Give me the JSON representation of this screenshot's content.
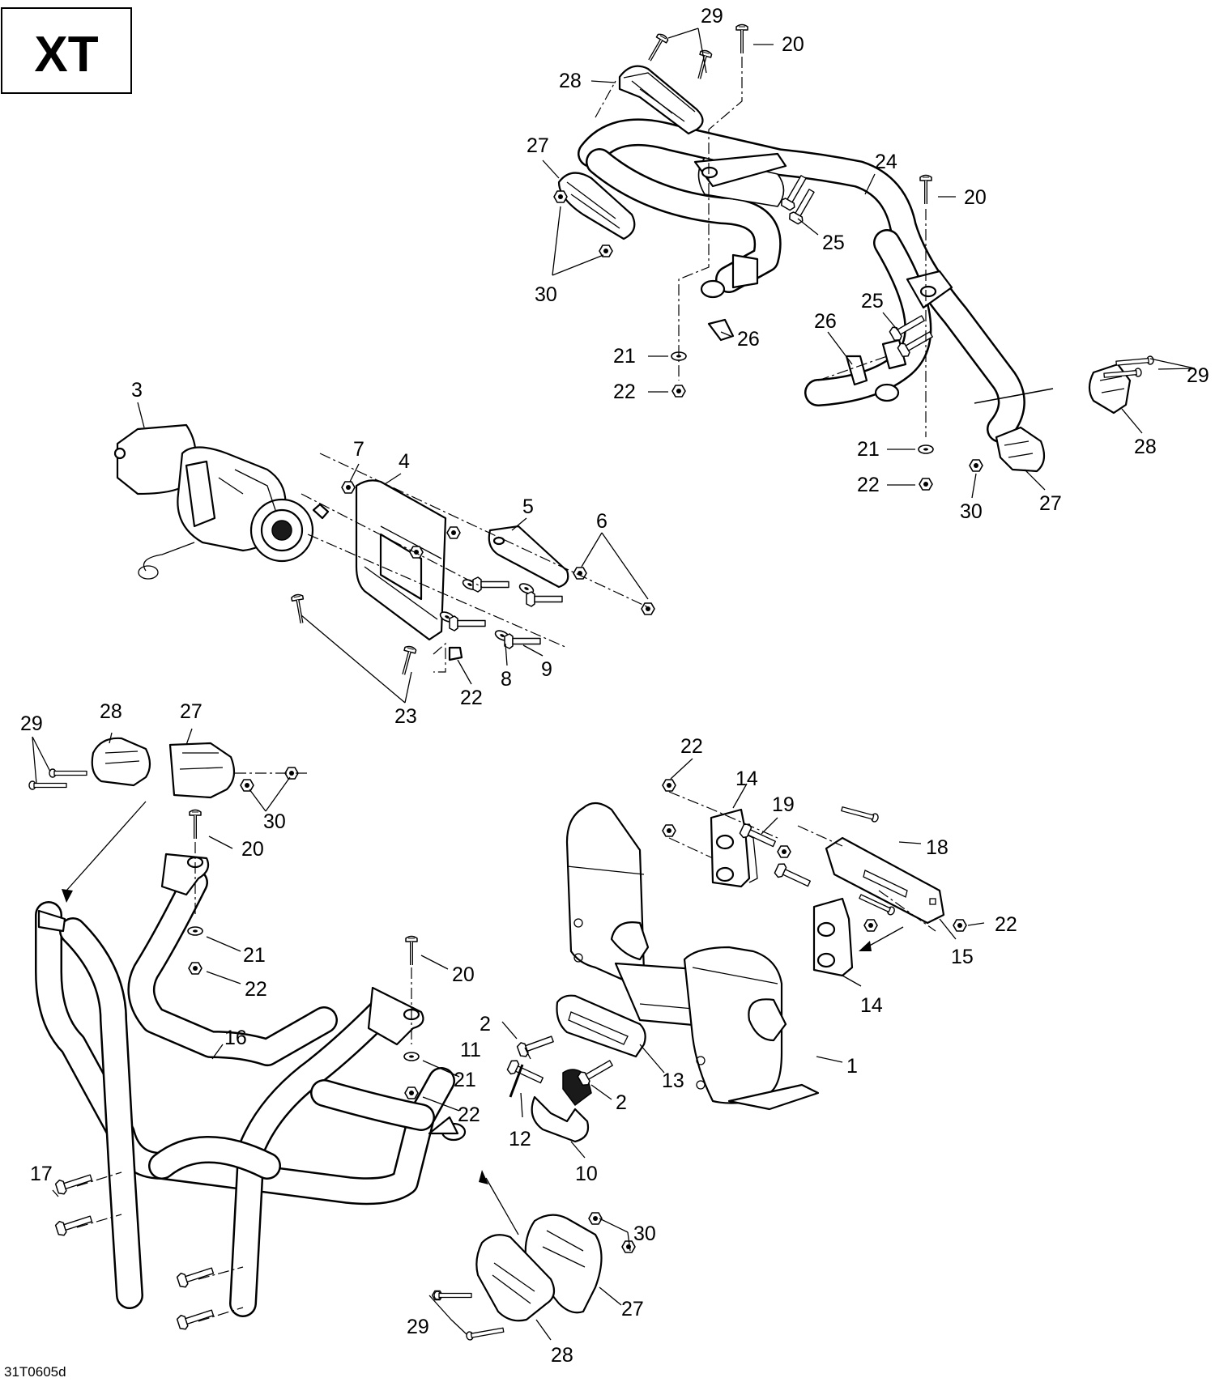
{
  "badge": {
    "text": "XT"
  },
  "diagram_code": "31T0605d",
  "callouts": [
    {
      "id": "c29a",
      "text": "29"
    },
    {
      "id": "c20a",
      "text": "20"
    },
    {
      "id": "c28a",
      "text": "28"
    },
    {
      "id": "c27a",
      "text": "27"
    },
    {
      "id": "c24",
      "text": "24"
    },
    {
      "id": "c20b",
      "text": "20"
    },
    {
      "id": "c25a",
      "text": "25"
    },
    {
      "id": "c30a",
      "text": "30"
    },
    {
      "id": "c25b",
      "text": "25"
    },
    {
      "id": "c26a",
      "text": "26"
    },
    {
      "id": "c26b",
      "text": "26"
    },
    {
      "id": "c21a",
      "text": "21"
    },
    {
      "id": "c22a",
      "text": "22"
    },
    {
      "id": "c29b",
      "text": "29"
    },
    {
      "id": "c28b",
      "text": "28"
    },
    {
      "id": "c21b",
      "text": "21"
    },
    {
      "id": "c22b",
      "text": "22"
    },
    {
      "id": "c30b",
      "text": "30"
    },
    {
      "id": "c27b",
      "text": "27"
    },
    {
      "id": "c3",
      "text": "3"
    },
    {
      "id": "c7",
      "text": "7"
    },
    {
      "id": "c4",
      "text": "4"
    },
    {
      "id": "c5",
      "text": "5"
    },
    {
      "id": "c6",
      "text": "6"
    },
    {
      "id": "c8",
      "text": "8"
    },
    {
      "id": "c9",
      "text": "9"
    },
    {
      "id": "c22c",
      "text": "22"
    },
    {
      "id": "c23",
      "text": "23"
    },
    {
      "id": "c29c",
      "text": "29"
    },
    {
      "id": "c28c",
      "text": "28"
    },
    {
      "id": "c27c",
      "text": "27"
    },
    {
      "id": "c30c",
      "text": "30"
    },
    {
      "id": "c20c",
      "text": "20"
    },
    {
      "id": "c21c",
      "text": "21"
    },
    {
      "id": "c22d",
      "text": "22"
    },
    {
      "id": "c20d",
      "text": "20"
    },
    {
      "id": "c16",
      "text": "16"
    },
    {
      "id": "c21d",
      "text": "21"
    },
    {
      "id": "c22e",
      "text": "22"
    },
    {
      "id": "c17",
      "text": "17"
    },
    {
      "id": "c22f",
      "text": "22"
    },
    {
      "id": "c14a",
      "text": "14"
    },
    {
      "id": "c19",
      "text": "19"
    },
    {
      "id": "c18",
      "text": "18"
    },
    {
      "id": "c22g",
      "text": "22"
    },
    {
      "id": "c15",
      "text": "15"
    },
    {
      "id": "c14b",
      "text": "14"
    },
    {
      "id": "c2a",
      "text": "2"
    },
    {
      "id": "c11",
      "text": "11"
    },
    {
      "id": "c2b",
      "text": "2"
    },
    {
      "id": "c13",
      "text": "13"
    },
    {
      "id": "c1",
      "text": "1"
    },
    {
      "id": "c12",
      "text": "12"
    },
    {
      "id": "c10",
      "text": "10"
    },
    {
      "id": "c30d",
      "text": "30"
    },
    {
      "id": "c27d",
      "text": "27"
    },
    {
      "id": "c29d",
      "text": "29"
    },
    {
      "id": "c28d",
      "text": "28"
    }
  ]
}
